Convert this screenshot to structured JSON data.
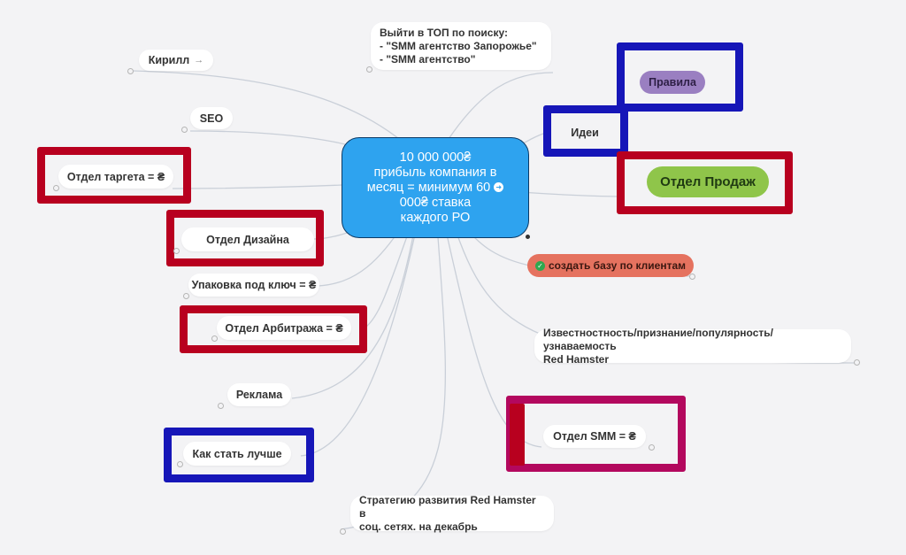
{
  "diagram": {
    "central": {
      "text": "10 000 000₴\nприбыль компания в\nмесяц = минимум 60",
      "text_after": "\n000₴ ставка\nкаждого РО",
      "color": "#2ea3ef"
    },
    "nodes": {
      "kirill": {
        "label": "Кирилл",
        "arrow": "→"
      },
      "seo": {
        "label": "SEO"
      },
      "target": {
        "label": "Отдел таргета = ₴"
      },
      "design": {
        "label": "Отдел Дизайна"
      },
      "package": {
        "label": "Упаковка под ключ = ₴"
      },
      "arbitrage": {
        "label": "Отдел Арбитража = ₴"
      },
      "ads": {
        "label": "Реклама"
      },
      "better": {
        "label": "Как стать лучше"
      },
      "top_search": {
        "label": "Выйти в ТОП по поиску:\n- \"SMM агентство Запорожье\"\n- \"SMM агентство\""
      },
      "ideas": {
        "label": "Идеи"
      },
      "rules": {
        "label": "Правила",
        "color": "#9a7fc1"
      },
      "sales": {
        "label": "Отдел Продаж",
        "color": "#8fc54a"
      },
      "client_base": {
        "label": "создать базу по клиентам",
        "color": "#e5725f",
        "status": "done"
      },
      "fame": {
        "label": "Известностность/признание/популярность/узнаваемость\nRed Hamster"
      },
      "smm": {
        "label": "Отдел SMM = ₴"
      },
      "strategy": {
        "label": "Стратегию развития Red Hamster в\nсоц. сетях. на декабрь"
      }
    },
    "highlight_colors": {
      "red": "#b8001f",
      "blue": "#1616b8",
      "magenta": "#b3085e"
    }
  }
}
